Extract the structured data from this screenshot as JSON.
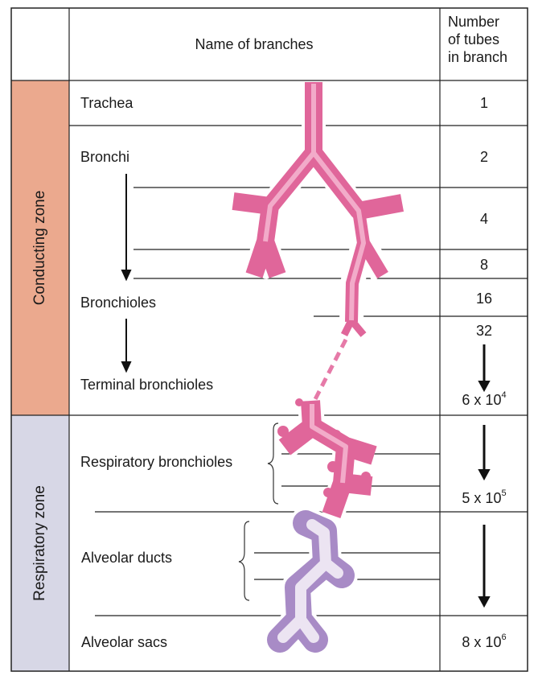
{
  "header": {
    "name_col": "Name of branches",
    "count_col": [
      "Number",
      "of tubes",
      "in branch"
    ]
  },
  "zones": {
    "conducting": {
      "label": "Conducting zone",
      "color": "#eba98e"
    },
    "respiratory": {
      "label": "Respiratory zone",
      "color": "#d7d7e6"
    }
  },
  "branches": [
    {
      "name": "Trachea"
    },
    {
      "name": "Bronchi"
    },
    {
      "name": "Bronchioles"
    },
    {
      "name": "Terminal bronchioles"
    },
    {
      "name": "Respiratory bronchioles"
    },
    {
      "name": "Alveolar ducts"
    },
    {
      "name": "Alveolar sacs"
    }
  ],
  "counts": {
    "c1": "1",
    "c2": "2",
    "c4": "4",
    "c8": "8",
    "c16": "16",
    "c32": "32",
    "c6e4": {
      "base": "6 x 10",
      "exp": "4"
    },
    "c5e5": {
      "base": "5 x 10",
      "exp": "5"
    },
    "c8e6": {
      "base": "8 x 10",
      "exp": "6"
    }
  },
  "colors": {
    "airway": "#e0669a",
    "alveoli": "#a88bc6"
  }
}
